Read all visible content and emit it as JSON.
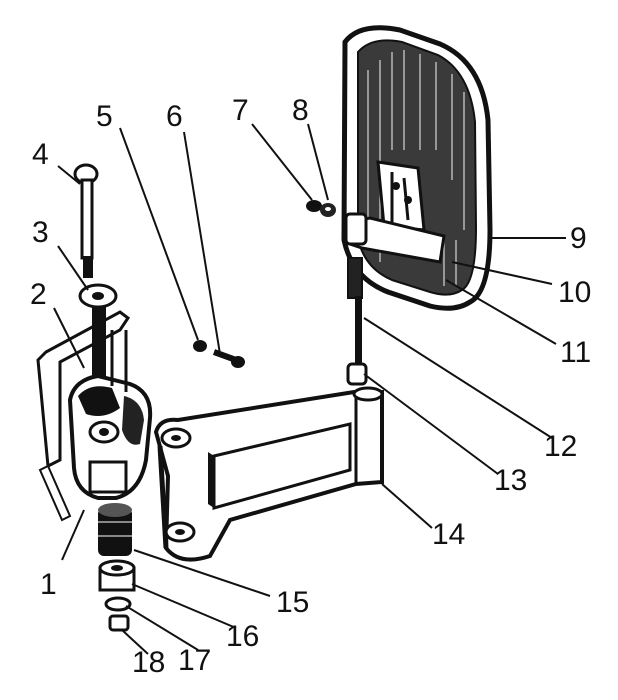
{
  "diagram": {
    "callouts": [
      {
        "id": "1",
        "text": "1"
      },
      {
        "id": "2",
        "text": "2"
      },
      {
        "id": "3",
        "text": "3"
      },
      {
        "id": "4",
        "text": "4"
      },
      {
        "id": "5",
        "text": "5"
      },
      {
        "id": "6",
        "text": "6"
      },
      {
        "id": "7",
        "text": "7"
      },
      {
        "id": "8",
        "text": "8"
      },
      {
        "id": "9",
        "text": "9"
      },
      {
        "id": "10",
        "text": "10"
      },
      {
        "id": "11",
        "text": "11"
      },
      {
        "id": "12",
        "text": "12"
      },
      {
        "id": "13",
        "text": "13"
      },
      {
        "id": "14",
        "text": "14"
      },
      {
        "id": "15",
        "text": "15"
      },
      {
        "id": "16",
        "text": "16"
      },
      {
        "id": "17",
        "text": "17"
      },
      {
        "id": "18",
        "text": "18"
      }
    ]
  }
}
